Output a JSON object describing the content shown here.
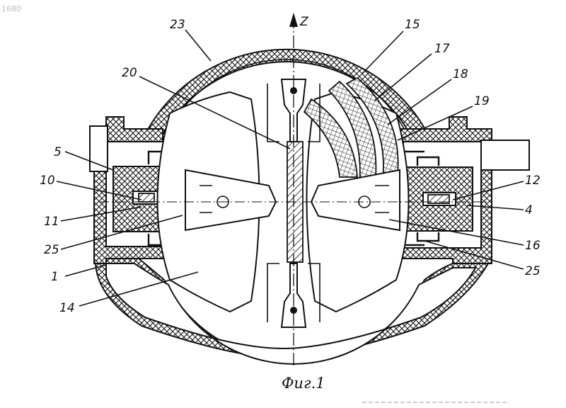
{
  "figure": {
    "caption": "Фиг.1",
    "axis_label": "Z",
    "corner_mark": "1680"
  },
  "labels": {
    "l23": "23",
    "l15": "15",
    "l17": "17",
    "l18": "18",
    "l19": "19",
    "l20": "20",
    "l5": "5",
    "l10": "10",
    "l11": "11",
    "l25a": "25",
    "l1": "1",
    "l14": "14",
    "l12": "12",
    "l4": "4",
    "l16": "16",
    "l25b": "25"
  }
}
